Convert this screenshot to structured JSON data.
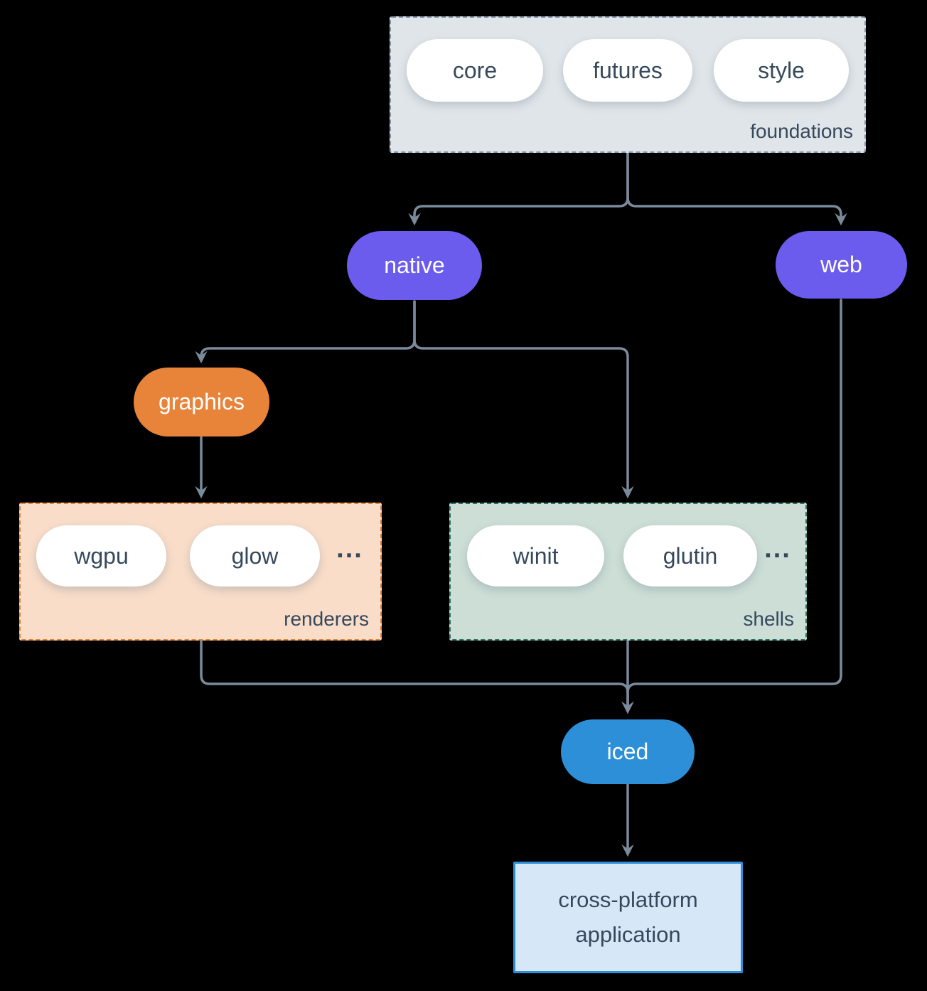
{
  "colors": {
    "background": "#000000",
    "line": "#7b8a9b",
    "text-dark": "#36495c",
    "pill-white": "#ffffff",
    "node-purple": "#6c5cee",
    "node-orange": "#e8833a",
    "node-blue": "#2d8fd8",
    "foundations-fill": "#e0e5e9",
    "foundations-border": "#8495a8",
    "renderers-fill": "#f9ddc9",
    "renderers-border": "#e8832f",
    "shells-fill": "#ccded6",
    "shells-border": "#2d7364",
    "app-fill": "#d6e8f8",
    "app-border": "#2d8fd8"
  },
  "foundations": {
    "label": "foundations",
    "pills": [
      "core",
      "futures",
      "style"
    ]
  },
  "native": {
    "label": "native"
  },
  "web": {
    "label": "web"
  },
  "graphics": {
    "label": "graphics"
  },
  "renderers": {
    "label": "renderers",
    "pills": [
      "wgpu",
      "glow"
    ],
    "ellipsis": "..."
  },
  "shells": {
    "label": "shells",
    "pills": [
      "winit",
      "glutin"
    ],
    "ellipsis": "..."
  },
  "iced": {
    "label": "iced"
  },
  "application": {
    "label": "cross-platform application"
  }
}
